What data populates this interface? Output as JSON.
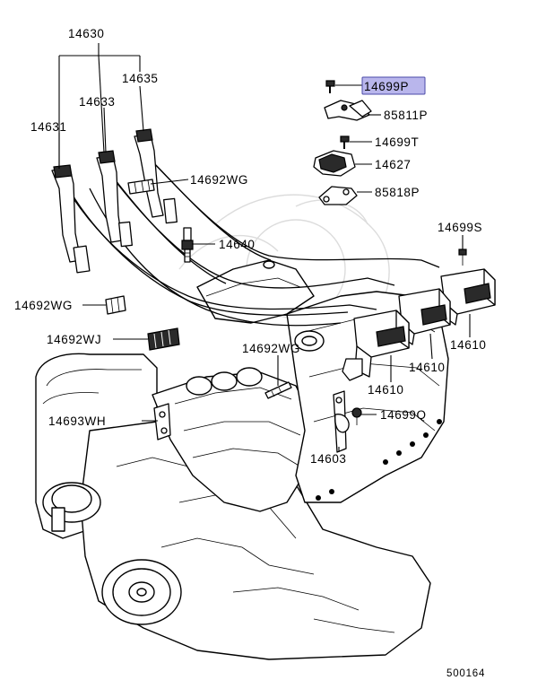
{
  "callouts": {
    "c14630": "14630",
    "c14635": "14635",
    "c14633": "14633",
    "c14631": "14631",
    "c14692WG_top": "14692WG",
    "c14640": "14640",
    "c14692WG_left": "14692WG",
    "c14692WJ": "14692WJ",
    "c14692WG_mid": "14692WG",
    "c14693WH": "14693WH",
    "c14603": "14603",
    "c14699Q": "14699Q",
    "c14610_a": "14610",
    "c14610_b": "14610",
    "c14610_c": "14610",
    "c14699S": "14699S",
    "c14699P": "14699P",
    "c85811P": "85811P",
    "c14699T": "14699T",
    "c14627": "14627",
    "c85818P": "85818P"
  },
  "figure_number": "500164",
  "colors": {
    "highlight_fill": "#b9b6ec",
    "highlight_border": "#4a4aa8",
    "line": "#000000",
    "watermark": "#dcdcdc"
  }
}
